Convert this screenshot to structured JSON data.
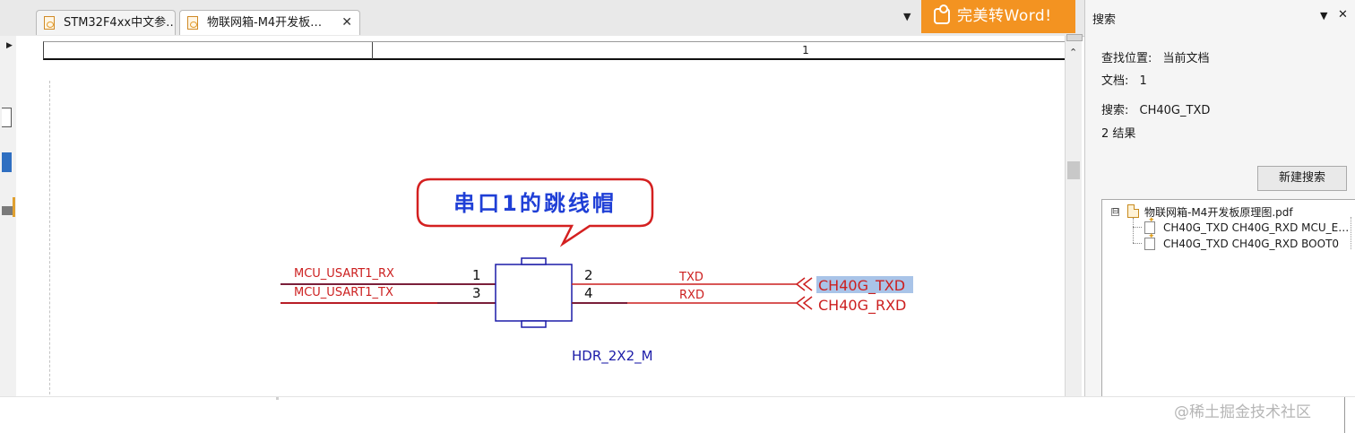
{
  "tabs": [
    {
      "label": "STM32F4xx中文参…"
    },
    {
      "label": "物联网箱-M4开发板…",
      "close": "✕"
    }
  ],
  "toolbar": {
    "dropdown": "▼",
    "word_banner": "完美转Word!"
  },
  "document": {
    "column_number": "1",
    "schematic": {
      "callout": "串口1的跳线帽",
      "component": "HDR_2X2_M",
      "left_nets": [
        "MCU_USART1_RX",
        "MCU_USART1_TX"
      ],
      "pins": [
        "1",
        "2",
        "3",
        "4"
      ],
      "mid_labels": [
        "TXD",
        "RXD"
      ],
      "ports": [
        "CH40G_TXD",
        "CH40G_RXD"
      ],
      "highlight": "CH40G_TXD",
      "colors": {
        "wire": "#cc1f1f",
        "wire_dark": "#7a1f3a",
        "component": "#1c1ca8",
        "callout_border": "#d42020",
        "callout_text": "#1f3fd6",
        "highlight": "#a9c4e8"
      }
    }
  },
  "search_panel": {
    "title": "搜索",
    "menu_icon": "▼",
    "close": "✕",
    "location_label": "查找位置:",
    "location_value": "当前文档",
    "document_label": "文档:",
    "document_value": "1",
    "search_label": "搜索:",
    "search_value": "CH40G_TXD",
    "result_count": "2 结果",
    "new_search_button": "新建搜索",
    "tree": {
      "file": "物联网箱-M4开发板原理图.pdf",
      "expand": "⊟",
      "results": [
        "CH40G_TXD CH40G_RXD MCU_E…",
        "CH40G_TXD CH40G_RXD BOOT0"
      ]
    }
  },
  "watermark": "@稀土掘金技术社区"
}
